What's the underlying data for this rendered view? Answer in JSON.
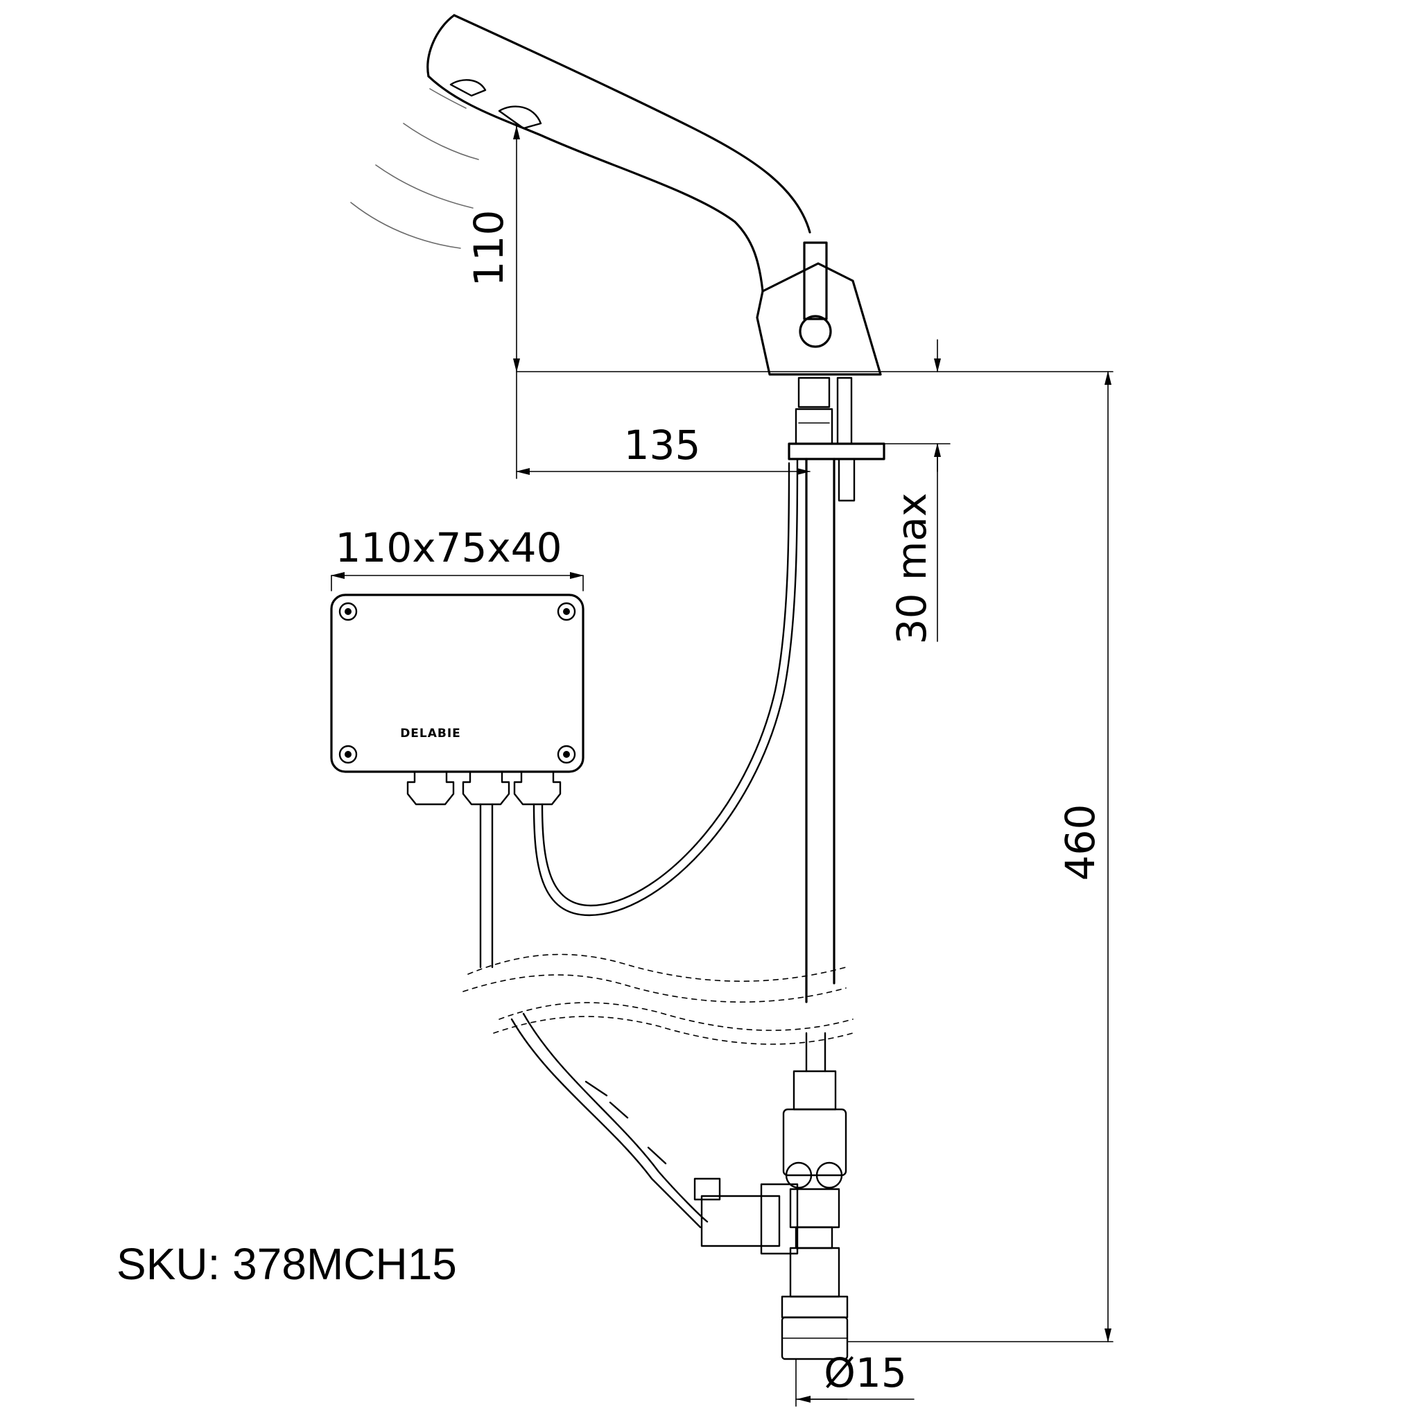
{
  "dimensions": {
    "sensor_height": "110",
    "spout_reach": "135",
    "deck_thickness": "30 max",
    "box_size": "110x75x40",
    "total_height": "460",
    "connection_diameter": "Ø15"
  },
  "control_box": {
    "brand": "DELABIE"
  },
  "sku_label": "SKU: 378MCH15"
}
